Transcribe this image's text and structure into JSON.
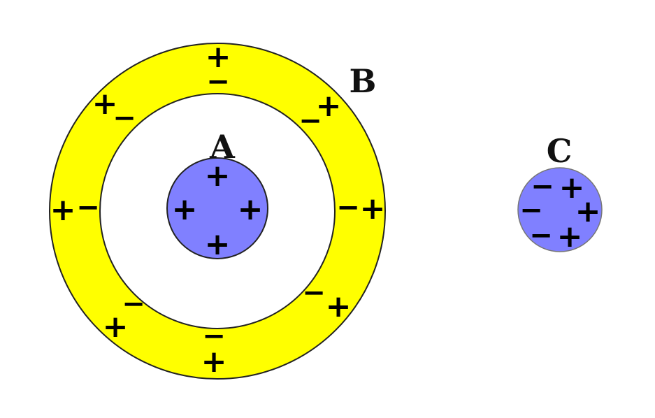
{
  "labels": {
    "a": "A",
    "b": "B",
    "c": "C"
  },
  "symbols": {
    "plus": "+",
    "minus": "−"
  },
  "colors": {
    "shell_fill": "#ffff00",
    "sphere_fill": "#8080ff",
    "outline": "#222222",
    "sign": "#000000",
    "background": "#ffffff"
  },
  "charges": {
    "sphere_a": {
      "plus": 4,
      "minus": 0
    },
    "shell_b_outer": {
      "plus": 8,
      "minus": 0
    },
    "shell_b_inner": {
      "plus": 0,
      "minus": 8
    },
    "sphere_c": {
      "plus": 3,
      "minus": 3
    }
  }
}
